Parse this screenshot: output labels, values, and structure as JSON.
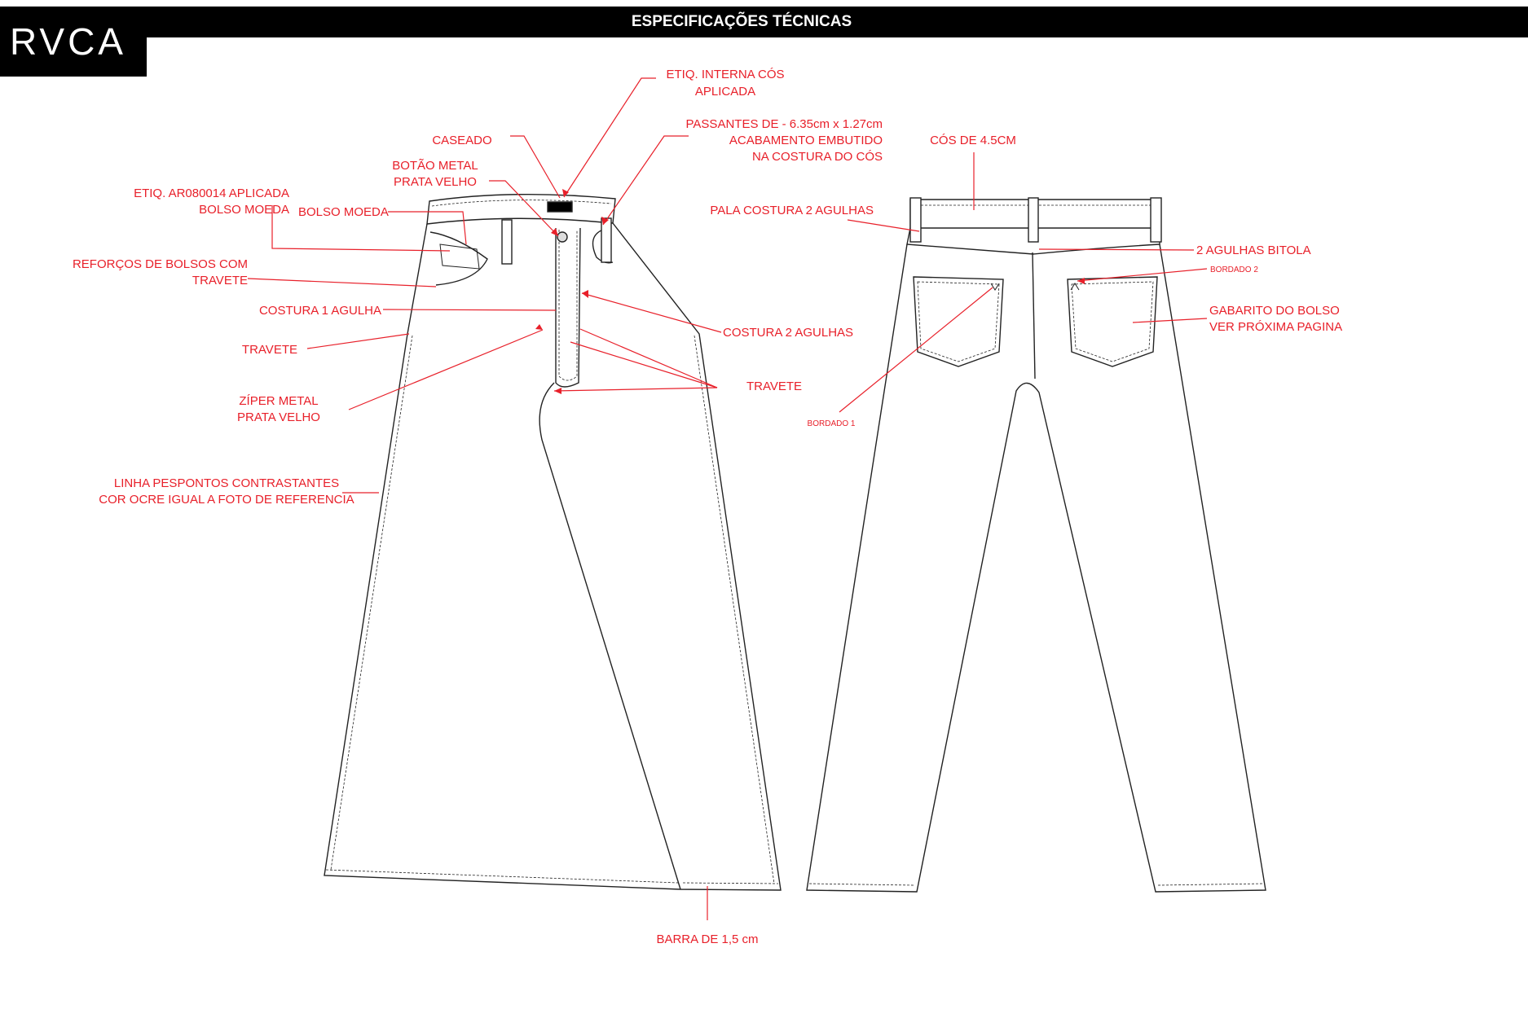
{
  "brand": {
    "logo": "RVCA"
  },
  "header": {
    "title": "ESPECIFICAÇÕES TÉCNICAS"
  },
  "colors": {
    "annotation": "#e8202a",
    "outline": "#222222",
    "header_bg": "#000000"
  },
  "annotations": {
    "etiq_interna": [
      "ETIQ. INTERNA CÓS",
      "APLICADA"
    ],
    "caseado": "CASEADO",
    "passantes": [
      "PASSANTES DE  - 6.35cm x 1.27cm",
      "ACABAMENTO EMBUTIDO",
      "NA COSTURA DO CÓS"
    ],
    "botao": [
      "BOTÃO METAL",
      "PRATA VELHO"
    ],
    "etiq_bolso": [
      "ETIQ. AR080014 APLICADA",
      "BOLSO MOEDA"
    ],
    "bolso_moeda": "BOLSO MOEDA",
    "reforcos": [
      "REFORÇOS DE BOLSOS COM",
      "TRAVETE"
    ],
    "costura1": "COSTURA 1 AGULHA",
    "travete_left": "TRAVETE",
    "costura2": "COSTURA 2 AGULHAS",
    "travete_center": "TRAVETE",
    "ziper": [
      "ZÍPER METAL",
      "PRATA VELHO"
    ],
    "linha": [
      "LINHA PESPONTOS CONTRASTANTES",
      "COR OCRE IGUAL A FOTO DE REFERENCIA"
    ],
    "barra": "BARRA DE 1,5 cm",
    "cos": "CÓS DE 4.5CM",
    "pala": "PALA COSTURA 2 AGULHAS",
    "agulhas_bitola": "2 AGULHAS BITOLA",
    "bordado2": "BORDADO 2",
    "gabarito": [
      "GABARITO DO BOLSO",
      "VER PRÓXIMA PAGINA"
    ],
    "bordado1": "BORDADO 1"
  }
}
